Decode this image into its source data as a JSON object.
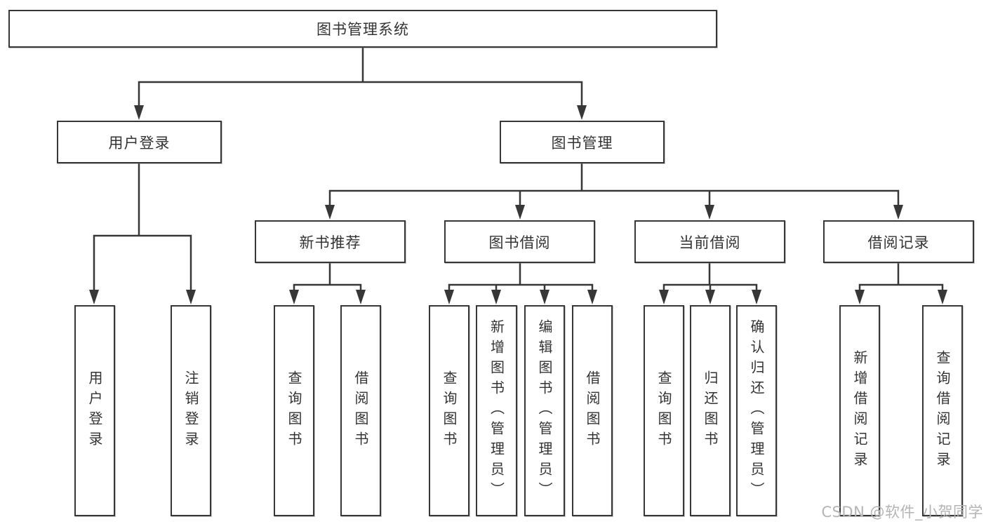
{
  "chart": {
    "root": {
      "label": "图书管理系统"
    },
    "branches": [
      {
        "label": "用户登录",
        "children": [
          {
            "label": "用户登录"
          },
          {
            "label": "注销登录"
          }
        ]
      },
      {
        "label": "图书管理",
        "children": [
          {
            "label": "新书推荐",
            "children": [
              {
                "label": "查询图书"
              },
              {
                "label": "借阅图书"
              }
            ]
          },
          {
            "label": "图书借阅",
            "children": [
              {
                "label": "查询图书"
              },
              {
                "label": "新增图书（管理员）"
              },
              {
                "label": "编辑图书（管理员）"
              },
              {
                "label": "借阅图书"
              }
            ]
          },
          {
            "label": "当前借阅",
            "children": [
              {
                "label": "查询图书"
              },
              {
                "label": "归还图书"
              },
              {
                "label": "确认归还（管理员）"
              }
            ]
          },
          {
            "label": "借阅记录",
            "children": [
              {
                "label": "新增借阅记录"
              },
              {
                "label": "查询借阅记录"
              }
            ]
          }
        ]
      }
    ]
  },
  "watermark": {
    "text": "CSDN @软件_小贺同学"
  },
  "colors": {
    "line": "#373737",
    "box_border": "#373737",
    "box_fill": "#ffffff",
    "text": "#333333",
    "watermark": "#b4b4b4",
    "background": "#ffffff"
  }
}
